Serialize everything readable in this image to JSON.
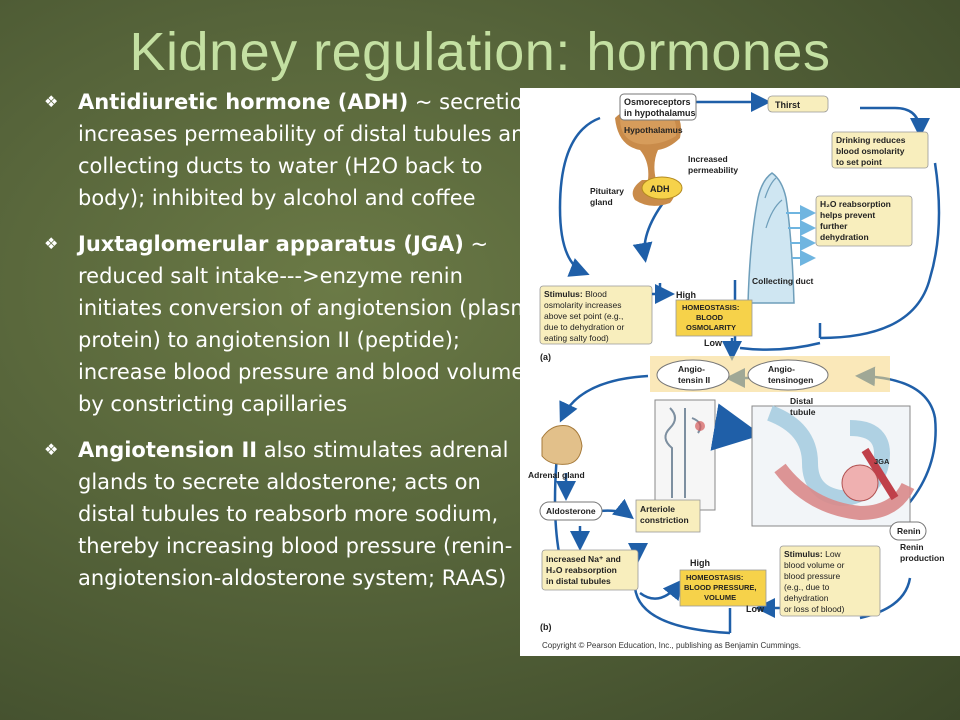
{
  "slide": {
    "title": "Kidney regulation:  hormones",
    "bullets": [
      {
        "head": "Antidiuretic hormone (ADH)",
        "body": " ~ secretion increases permeability of distal tubules and collecting ducts to water (H2O back to body); inhibited by alcohol and coffee"
      },
      {
        "head": "Juxtaglomerular apparatus (JGA)",
        "body": " ~ reduced salt intake--->enzyme renin initiates conversion of angiotension (plasma protein) to angiotension II (peptide); increase blood pressure and blood volume by constricting capillaries"
      },
      {
        "head": "Angiotension II",
        "body": " also stimulates adrenal glands to secrete aldosterone; acts on distal tubules to reabsorb more sodium, thereby increasing blood pressure (renin-angiotension-aldosterone system; RAAS)"
      }
    ]
  },
  "figure": {
    "a": {
      "panel": "(a)",
      "osmoreceptors": [
        "Osmoreceptors",
        "in hypothalamus"
      ],
      "hypothalamus": "Hypothalamus",
      "thirst": "Thirst",
      "drinking": [
        "Drinking reduces",
        "blood osmolarity",
        "to set point"
      ],
      "increased_perm": [
        "Increased",
        "permeability"
      ],
      "pituitary": [
        "Pituitary",
        "gland"
      ],
      "adh": "ADH",
      "reabsorption": [
        "H₂O reabsorption",
        "helps prevent",
        "further",
        "dehydration"
      ],
      "collecting_duct": "Collecting duct",
      "stimulus_head": "Stimulus:",
      "stimulus": [
        " Blood",
        "osmolarity increases",
        "above set point (e.g.,",
        "due to dehydration or",
        "eating salty food)"
      ],
      "high": "High",
      "low": "Low",
      "homeostasis": [
        "HOMEOSTASIS:",
        "BLOOD",
        "OSMOLARITY"
      ]
    },
    "b": {
      "panel": "(b)",
      "angiotensin_ii": [
        "Angio-",
        "tensin II"
      ],
      "angiotensinogen": [
        "Angio-",
        "tensinogen"
      ],
      "distal_tubule": [
        "Distal",
        "tubule"
      ],
      "adrenal": "Adrenal gland",
      "jga": "JGA",
      "aldosterone": "Aldosterone",
      "arteriole": [
        "Arteriole",
        "constriction"
      ],
      "renin": "Renin",
      "renin_prod": [
        "Renin",
        "production"
      ],
      "increased_na": [
        "Increased Na⁺ and",
        "H₂O reabsorption",
        "in distal tubules"
      ],
      "high": "High",
      "low": "Low",
      "homeostasis": [
        "HOMEOSTASIS:",
        "BLOOD PRESSURE,",
        "VOLUME"
      ],
      "stimulus_head": "Stimulus:",
      "stimulus": [
        " Low",
        "blood volume or",
        "blood pressure",
        "(e.g., due to",
        "dehydration",
        "or loss of blood)"
      ]
    },
    "copyright": "Copyright © Pearson Education, Inc., publishing as Benjamin Cummings."
  },
  "colors": {
    "background": "#56643a",
    "title": "#c4e0a2",
    "arrow": "#1f5fa8",
    "highlight": "#f6d24a",
    "label_box": "#f8eebd"
  }
}
